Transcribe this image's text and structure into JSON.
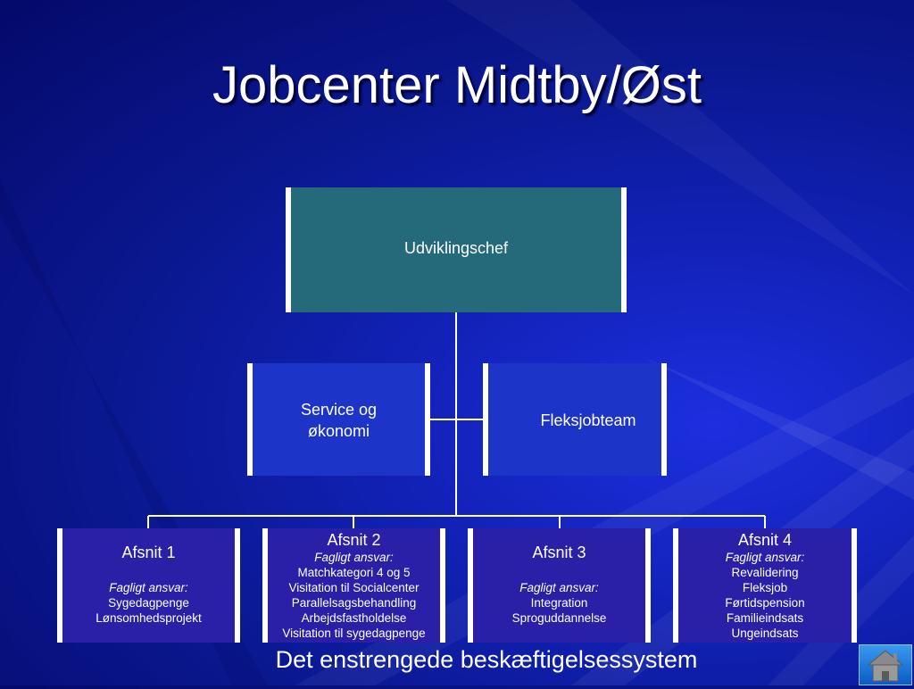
{
  "slide": {
    "title": "Jobcenter Midtby/Øst",
    "footer": "Det enstrengede beskæftigelsessystem"
  },
  "org": {
    "top": {
      "label": "Udviklingschef"
    },
    "service": {
      "line1": "Service og",
      "line2": "økonomi"
    },
    "fleks": {
      "label": "Fleksjobteam"
    },
    "afsnit1": {
      "title": "Afsnit 1",
      "ansvar": "Fagligt ansvar:",
      "items": [
        "Sygedagpenge",
        "Lønsomhedsprojekt"
      ]
    },
    "afsnit2": {
      "title": "Afsnit 2",
      "ansvar": "Fagligt ansvar:",
      "items": [
        "Matchkategori 4 og 5",
        "Visitation til Socialcenter",
        "Parallelsagsbehandling",
        "Arbejdsfastholdelse",
        "Visitation til sygedagpenge"
      ]
    },
    "afsnit3": {
      "title": "Afsnit 3",
      "ansvar": "Fagligt ansvar:",
      "items": [
        "Integration",
        "Sproguddannelse"
      ]
    },
    "afsnit4": {
      "title": "Afsnit 4",
      "ansvar": "Fagligt ansvar:",
      "items": [
        "Revalidering",
        "Fleksjob",
        "Førtidspension",
        "Familieindsats",
        "Ungeindsats"
      ]
    }
  },
  "icons": {
    "nav": "home-icon"
  },
  "colors": {
    "background": "#0a1890",
    "top_box": "#246a7a",
    "mid_box": "#1c34c8",
    "bottom_box": "#2a20a8"
  }
}
